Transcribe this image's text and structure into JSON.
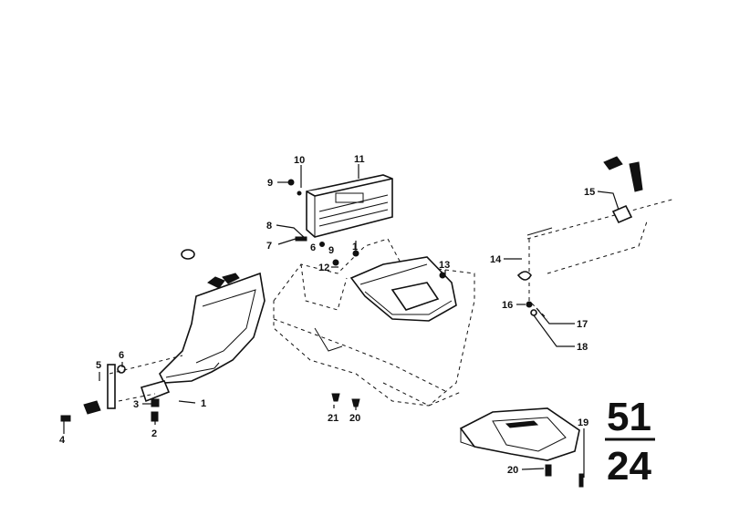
{
  "callouts": {
    "c1": "1",
    "c2": "2",
    "c3": "3",
    "c4": "4",
    "c5": "5",
    "c6": "6",
    "c7": "7",
    "c8": "8",
    "c9a": "9",
    "c9b": "9",
    "c10": "10",
    "c11": "11",
    "c12": "12",
    "c13": "13",
    "c14": "14",
    "c15": "15",
    "c16": "16",
    "c17": "17",
    "c18": "18",
    "c19": "19",
    "c20a": "20",
    "c20b": "20",
    "c21": "21",
    "c6b": "6",
    "c1b": "1"
  },
  "group": {
    "top": "51",
    "bottom": "24"
  }
}
